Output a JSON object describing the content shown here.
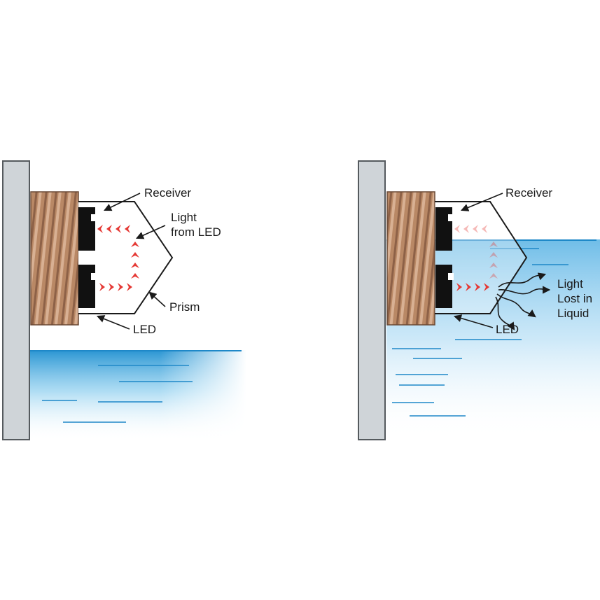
{
  "colors": {
    "water": "#3aa8e0",
    "water_lines": "#1e88c8",
    "wall": "#cfd4d8",
    "wall_edge": "#555a5e",
    "thread": "#b9896a",
    "light": "#e53935",
    "ink": "#1a1a1a"
  },
  "panels": [
    {
      "state": "dry",
      "labels": {
        "receiver": "Receiver",
        "light_line1": "Light",
        "light_line2": "from LED",
        "prism": "Prism",
        "led": "LED"
      }
    },
    {
      "state": "submerged",
      "labels": {
        "receiver": "Receiver",
        "lost_line1": "Light",
        "lost_line2": "Lost in",
        "lost_line3": "Liquid",
        "led": "LED"
      }
    }
  ]
}
